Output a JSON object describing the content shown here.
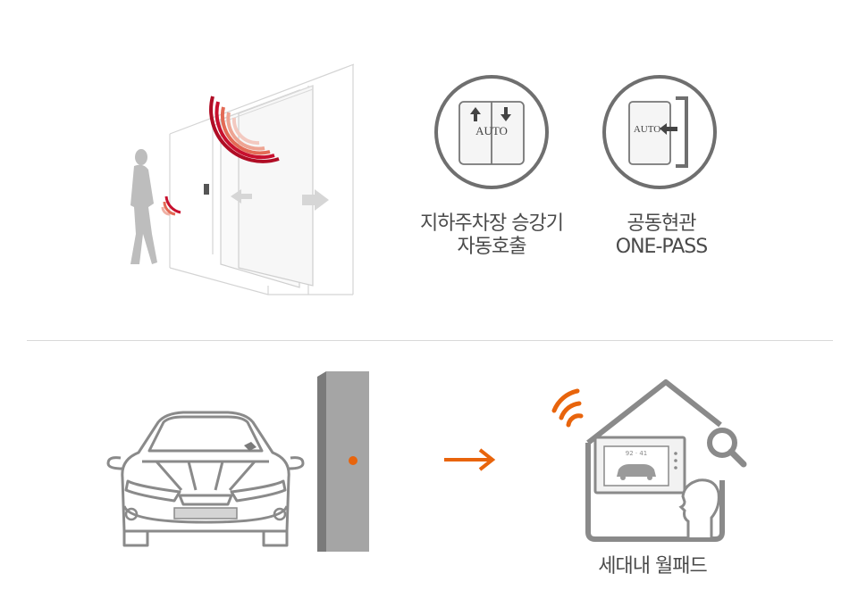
{
  "features": {
    "elevator": {
      "line1": "지하주차장 승강기",
      "line2": "자동호출",
      "button_text": "AUTO",
      "icon": "elevator-auto-call-icon"
    },
    "entrance": {
      "line1": "공동현관",
      "line2": "ONE-PASS",
      "button_text": "AUTO",
      "icon": "entrance-one-pass-icon"
    }
  },
  "wallpad": {
    "label": "세대내 월패드",
    "screen_text": "92 · 41"
  },
  "colors": {
    "accent": "#e8640c",
    "signal_red": "#c8102e",
    "icon_gray": "#6f6f6f",
    "line_gray": "#bfbfbf",
    "fill_gray": "#9e9e9e"
  }
}
